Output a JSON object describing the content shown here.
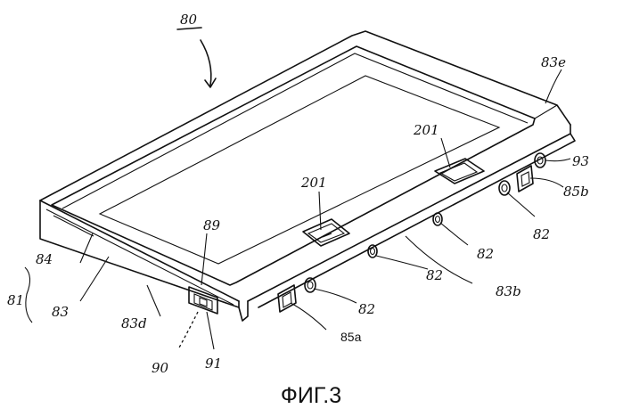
{
  "labels": {
    "device": "80",
    "side_label_81": "81",
    "label_83": "83",
    "label_84": "84",
    "label_83d": "83d",
    "label_89": "89",
    "label_90": "90",
    "label_91": "91",
    "label_85a": "85a",
    "label_82_a": "82",
    "label_82_b": "82",
    "label_82_c": "82",
    "label_82_d": "82",
    "label_83b": "83b",
    "label_85b": "85b",
    "label_93": "93",
    "label_83e": "83e",
    "label_201_left": "201",
    "label_201_right": "201"
  },
  "caption": "ФИГ.3"
}
